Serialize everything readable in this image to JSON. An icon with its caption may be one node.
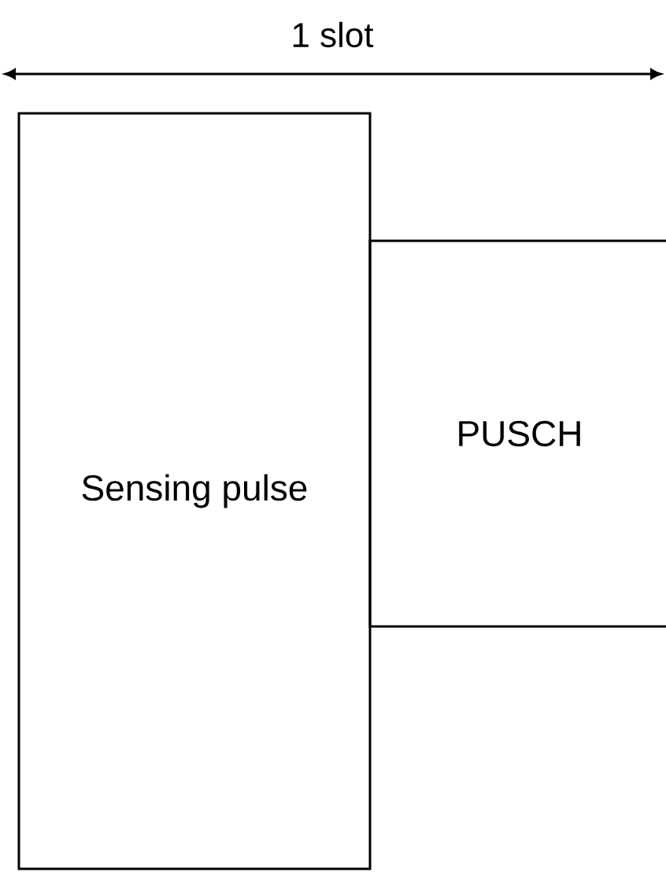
{
  "diagram": {
    "nodes": [
      {
        "text": [
          "Sensing pulse"
        ]
      },
      {
        "text": [
          "PUSCH"
        ]
      }
    ],
    "labels": [
      "1 slot"
    ]
  }
}
